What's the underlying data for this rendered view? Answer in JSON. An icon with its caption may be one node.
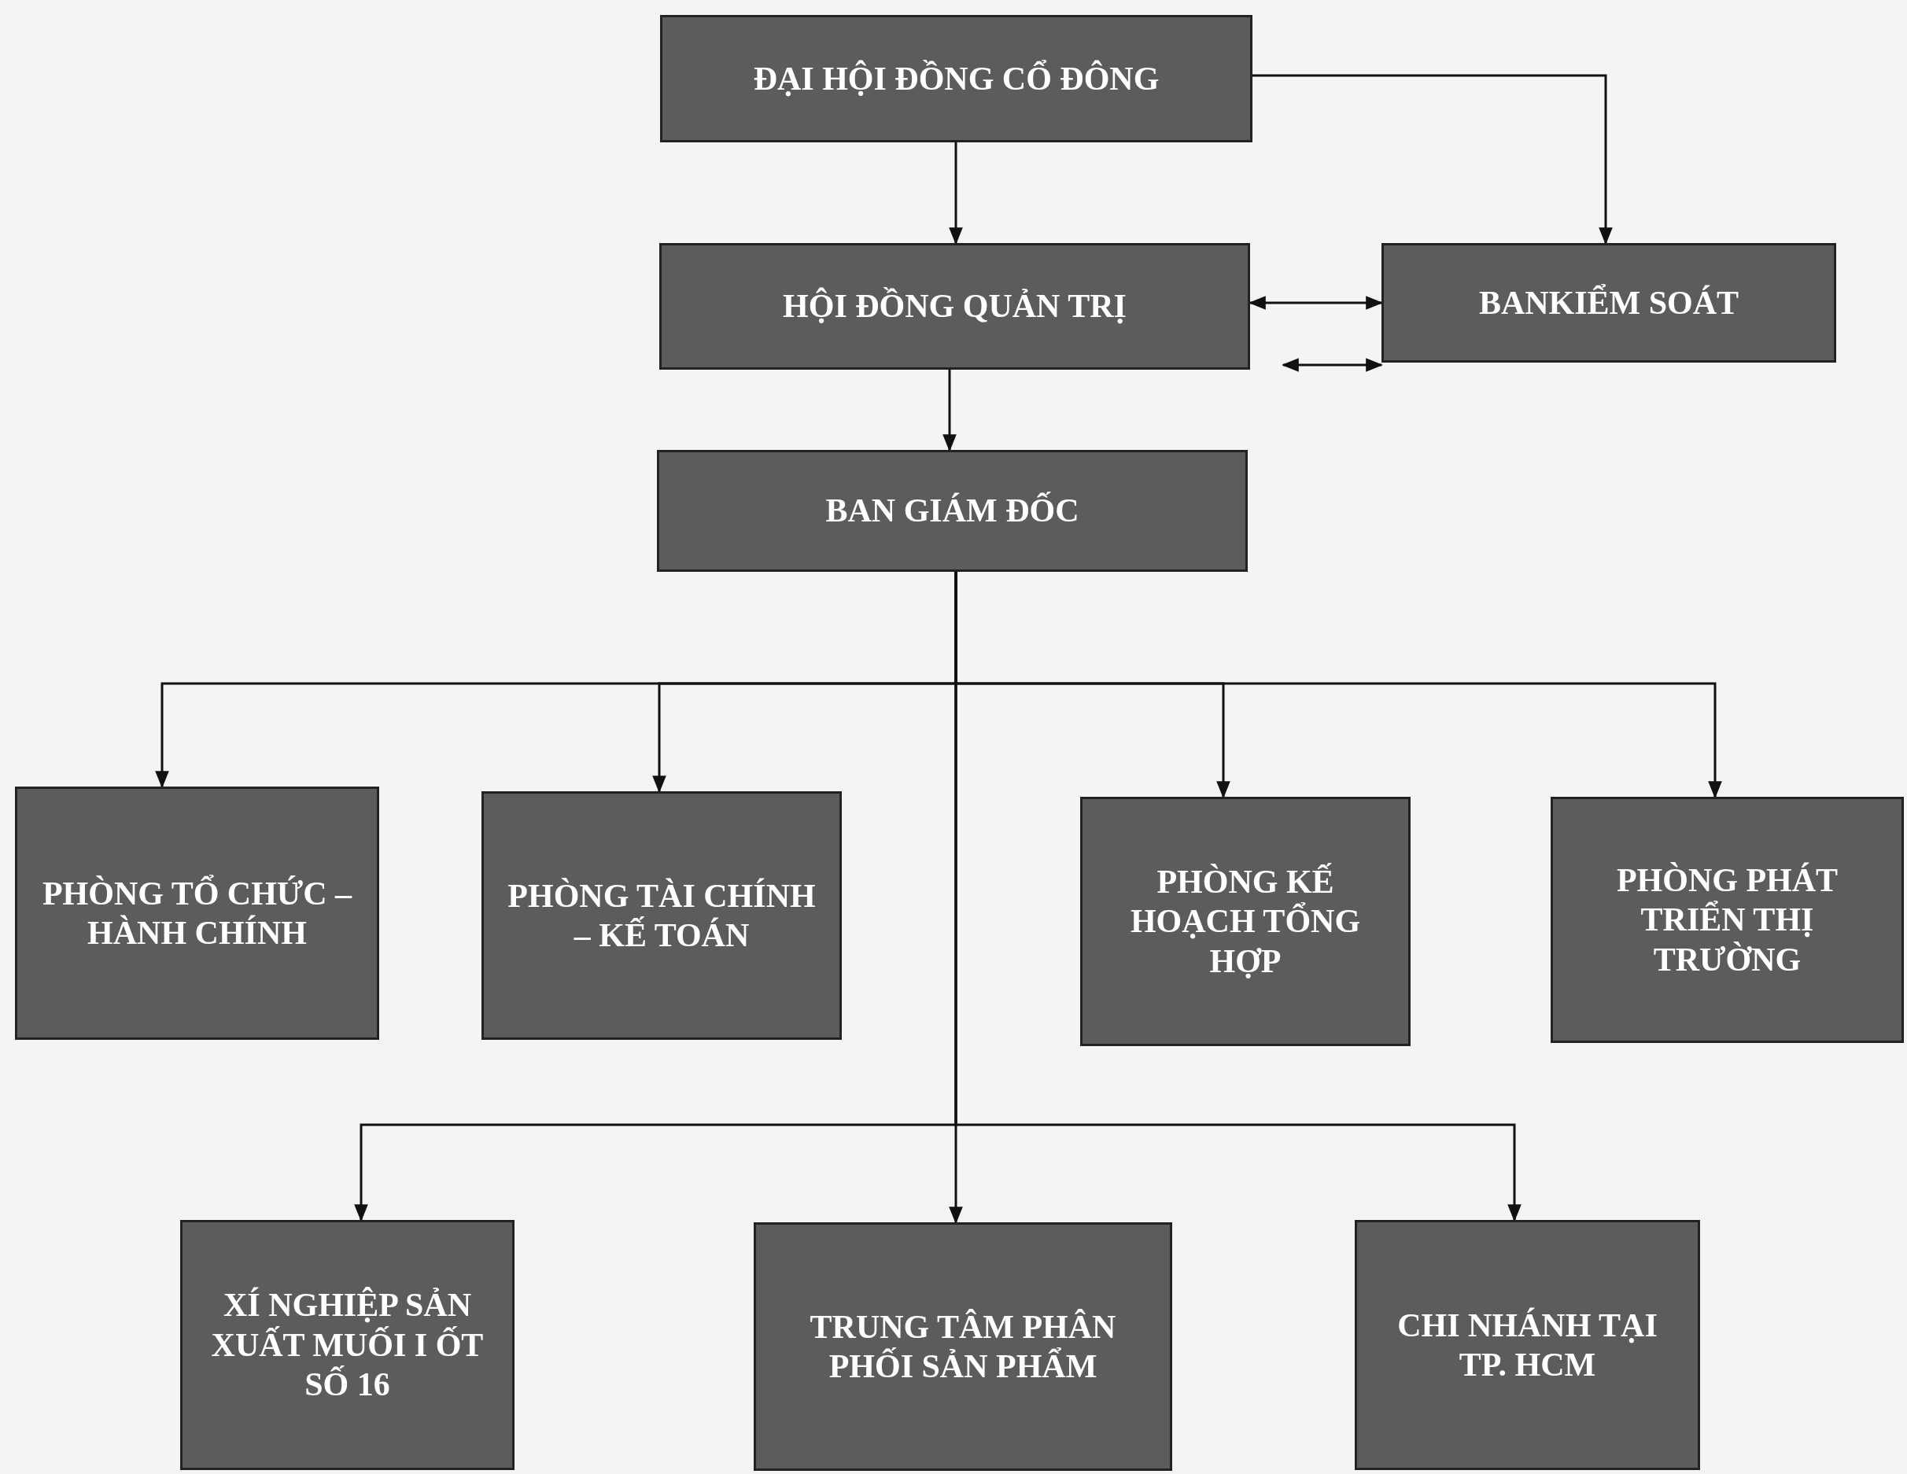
{
  "diagram": {
    "nodes": [
      {
        "text": [
          "ĐẠI HỘI ĐỒNG CỔ ĐÔNG"
        ]
      },
      {
        "text": [
          "HỘI ĐỒNG QUẢN TRỊ"
        ]
      },
      {
        "text": [
          "BANKIỂM SOÁT"
        ]
      },
      {
        "text": [
          "BAN GIÁM ĐỐC"
        ]
      },
      {
        "text": [
          "PHÒNG TỔ CHỨC – HÀNH CHÍNH"
        ]
      },
      {
        "text": [
          "PHÒNG TÀI CHÍNH – KẾ TOÁN"
        ]
      },
      {
        "text": [
          "PHÒNG KẾ HOẠCH TỔNG HỢP"
        ]
      },
      {
        "text": [
          "PHÒNG PHÁT TRIỂN THỊ TRƯỜNG"
        ]
      },
      {
        "text": [
          "XÍ NGHIỆP SẢN XUẤT MUỐI I ỐT SỐ 16"
        ]
      },
      {
        "text": [
          "TRUNG TÂM PHÂN PHỐI SẢN PHẨM"
        ]
      },
      {
        "text": [
          "CHI NHÁNH TẠI TP. HCM"
        ]
      }
    ],
    "edges": [
      {
        "from": 0,
        "to": 1,
        "arrow": "to"
      },
      {
        "from": 0,
        "to": 2,
        "arrow": "to"
      },
      {
        "from": 1,
        "to": 2,
        "arrow": "both"
      },
      {
        "from": 1,
        "to": 2,
        "arrow": "both"
      },
      {
        "from": 1,
        "to": 3,
        "arrow": "to"
      },
      {
        "from": 3,
        "to": 4,
        "arrow": "to"
      },
      {
        "from": 3,
        "to": 5,
        "arrow": "to"
      },
      {
        "from": 3,
        "to": 6,
        "arrow": "to"
      },
      {
        "from": 3,
        "to": 7,
        "arrow": "to"
      },
      {
        "from": 3,
        "to": 8,
        "arrow": "to"
      },
      {
        "from": 3,
        "to": 9,
        "arrow": "to"
      },
      {
        "from": 3,
        "to": 10,
        "arrow": "to"
      }
    ]
  }
}
